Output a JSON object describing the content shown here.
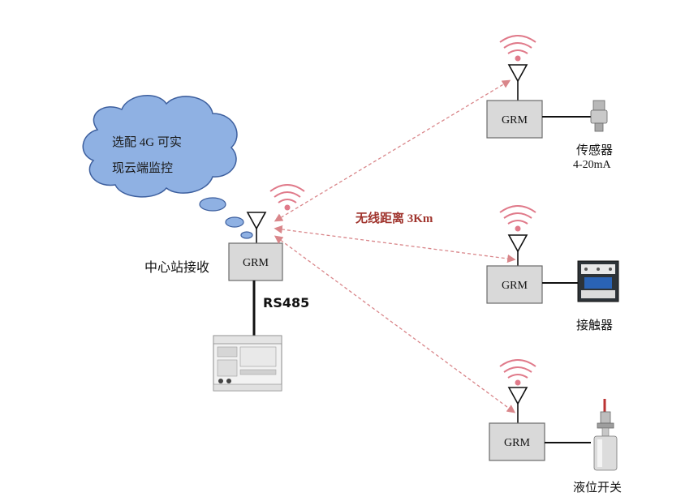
{
  "cloud": {
    "line1": "选配  4G  可实",
    "line2": "现云端监控"
  },
  "center": {
    "label": "中心站接收",
    "module": "GRM",
    "bus": "RS485"
  },
  "link": {
    "label": "无线距离 3Km"
  },
  "nodes": [
    {
      "module": "GRM",
      "device": "传感器",
      "sub": "4-20mA"
    },
    {
      "module": "GRM",
      "device": "接触器"
    },
    {
      "module": "GRM",
      "device": "液位开关"
    }
  ],
  "colors": {
    "cloud_fill": "#8fb1e3",
    "cloud_stroke": "#3d5f9e",
    "box_fill": "#d9d9d9",
    "box_stroke": "#6b6b6b",
    "wireless": "#e07a8a",
    "dashed_link": "#d9868a",
    "link_label": "#a0342d"
  }
}
